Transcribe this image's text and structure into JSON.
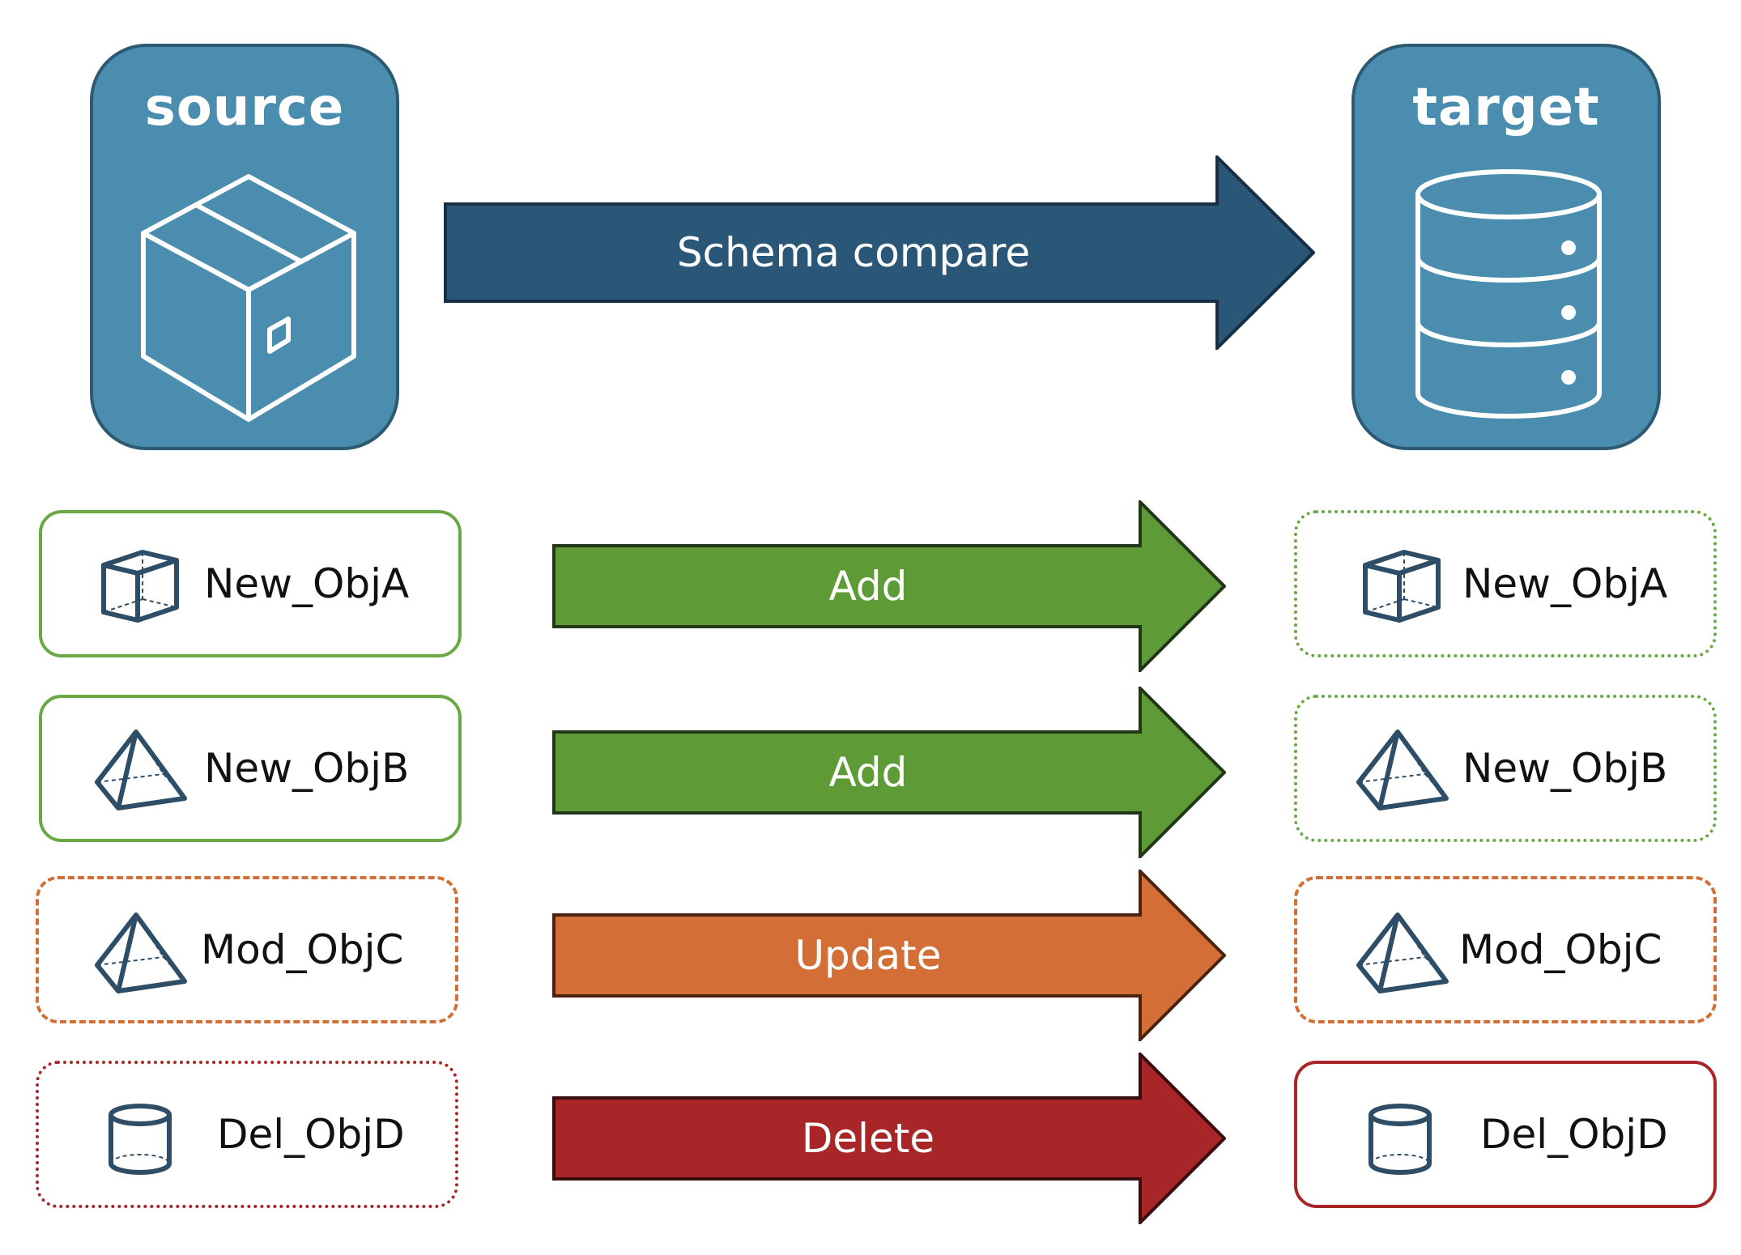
{
  "source": {
    "title": "source"
  },
  "target": {
    "title": "target"
  },
  "schema_compare": {
    "label": "Schema compare"
  },
  "rows": [
    {
      "source_label": "New_ObjA",
      "action": "Add",
      "target_label": "New_ObjA"
    },
    {
      "source_label": "New_ObjB",
      "action": "Add",
      "target_label": "New_ObjB"
    },
    {
      "source_label": "Mod_ObjC",
      "action": "Update",
      "target_label": "Mod_ObjC"
    },
    {
      "source_label": "Del_ObjD",
      "action": "Delete",
      "target_label": "Del_ObjD"
    }
  ],
  "colors": {
    "card_fill": "#4a8daf",
    "card_border": "#2b5a72",
    "schema_arrow": "#2a5677",
    "add": "#5e9a36",
    "update": "#d36f36",
    "delete": "#a82628",
    "icon_stroke": "#2e4d66"
  },
  "icons": {
    "source": "package-box-icon",
    "target": "database-icon",
    "obj_a": "cube-icon",
    "obj_b": "pyramid-icon",
    "obj_c": "pyramid-icon",
    "obj_d": "cylinder-icon"
  }
}
